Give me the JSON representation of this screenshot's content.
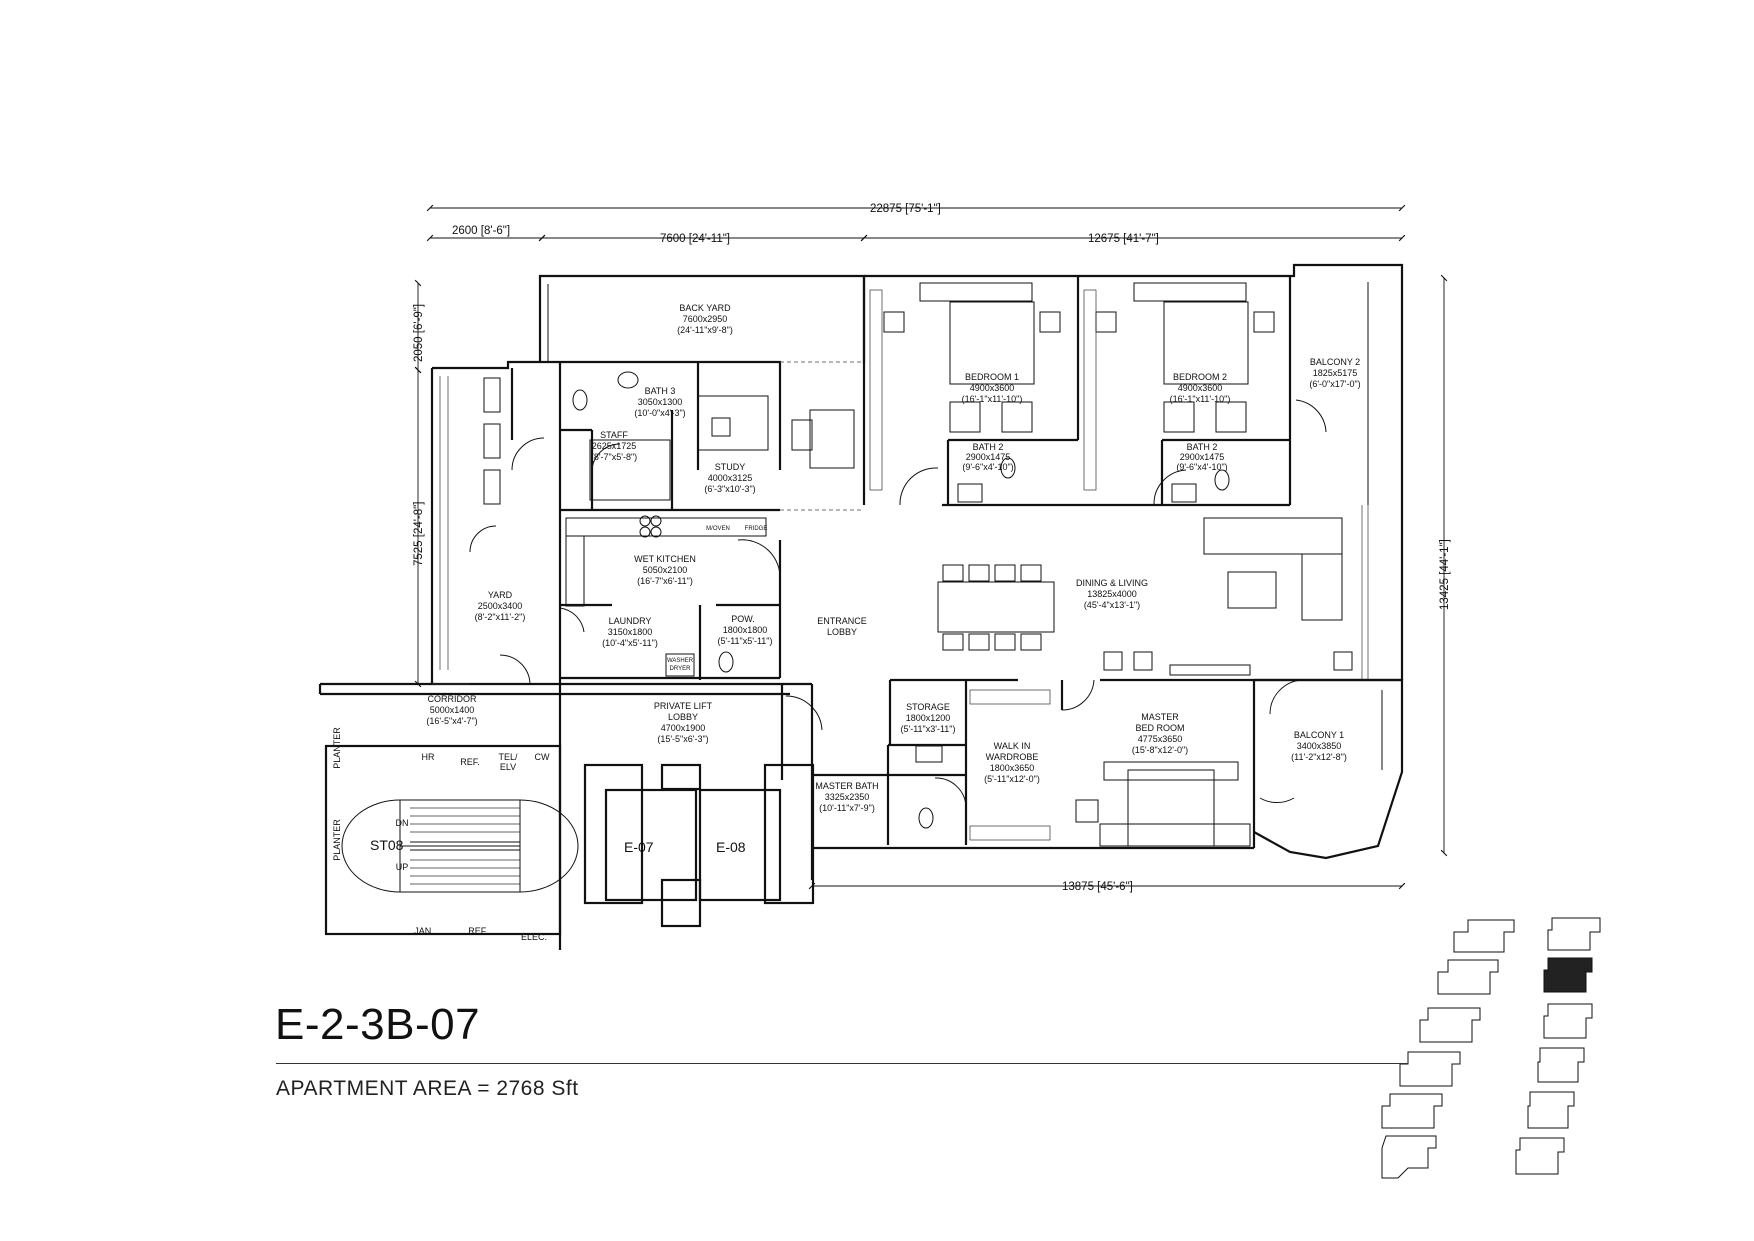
{
  "unit": {
    "name": "E-2-3B-07",
    "area_text": "APARTMENT AREA = 2768 Sft"
  },
  "dimensions": {
    "overall_width": "22875 [75'-1\"]",
    "seg_1": "2600 [8'-6\"]",
    "seg_2": "7600 [24'-11\"]",
    "seg_3": "12675 [41'-7\"]",
    "left_upper": "2050 [6'-9\"]",
    "left_lower": "7525 [24'-8\"]",
    "right_height": "13425 [44'-1\"]",
    "bottom_width": "13875 [45'-6\"]"
  },
  "rooms": {
    "back_yard": {
      "name": "BACK YARD",
      "metric": "7600x2950",
      "imperial": "(24'-11\"x9'-8\")"
    },
    "bedroom_1": {
      "name": "BEDROOM 1",
      "metric": "4900x3600",
      "imperial": "(16'-1\"x11'-10\")"
    },
    "bedroom_2": {
      "name": "BEDROOM 2",
      "metric": "4900x3600",
      "imperial": "(16'-1\"x11'-10\")"
    },
    "balcony_2": {
      "name": "BALCONY 2",
      "metric": "1825x5175",
      "imperial": "(6'-0\"x17'-0\")"
    },
    "bath_3": {
      "name": "BATH 3",
      "metric": "3050x1300",
      "imperial": "(10'-0\"x4'-3\")"
    },
    "staff": {
      "name": "STAFF",
      "metric": "2625x1725",
      "imperial": "(8'-7\"x5'-8\")"
    },
    "study": {
      "name": "STUDY",
      "metric": "4000x3125",
      "imperial": "(6'-3\"x10'-3\")"
    },
    "bath_2a": {
      "name": "BATH 2",
      "metric": "2900x1475",
      "imperial": "(9'-6\"x4'-10\")"
    },
    "bath_2b": {
      "name": "BATH 2",
      "metric": "2900x1475",
      "imperial": "(9'-6\"x4'-10\")"
    },
    "wet_kitchen": {
      "name": "WET KITCHEN",
      "metric": "5050x2100",
      "imperial": "(16'-7\"x6'-11\")"
    },
    "dining_living": {
      "name": "DINING & LIVING",
      "metric": "13825x4000",
      "imperial": "(45'-4\"x13'-1\")"
    },
    "yard": {
      "name": "YARD",
      "metric": "2500x3400",
      "imperial": "(8'-2\"x11'-2\")"
    },
    "laundry": {
      "name": "LAUNDRY",
      "metric": "3150x1800",
      "imperial": "(10'-4\"x5'-11\")"
    },
    "pow": {
      "name": "POW.",
      "metric": "1800x1800",
      "imperial": "(5'-11\"x5'-11\")"
    },
    "entrance_lobby": {
      "line1": "ENTRANCE",
      "line2": "LOBBY"
    },
    "corridor": {
      "name": "CORRIDOR",
      "metric": "5000x1400",
      "imperial": "(16'-5\"x4'-7\")"
    },
    "private_lift_lobby": {
      "line1": "PRIVATE LIFT",
      "line2": "LOBBY",
      "metric": "4700x1900",
      "imperial": "(15'-5\"x6'-3\")"
    },
    "storage": {
      "name": "STORAGE",
      "metric": "1800x1200",
      "imperial": "(5'-11\"x3'-11\")"
    },
    "walk_in_wardrobe": {
      "line1": "WALK IN",
      "line2": "WARDROBE",
      "metric": "1800x3650",
      "imperial": "(5'-11\"x12'-0\")"
    },
    "master_bed_room": {
      "line1": "MASTER",
      "line2": "BED ROOM",
      "metric": "4775x3650",
      "imperial": "(15'-8\"x12'-0\")"
    },
    "balcony_1": {
      "name": "BALCONY 1",
      "metric": "3400x3850",
      "imperial": "(11'-2\"x12'-8\")"
    },
    "master_bath": {
      "name": "MASTER BATH",
      "metric": "3325x2350",
      "imperial": "(10'-11\"x7'-9\")"
    }
  },
  "core": {
    "planter_1": "PLANTER",
    "planter_2": "PLANTER",
    "stair": "ST08",
    "dn": "DN",
    "up": "UP",
    "lift_1": "E-07",
    "lift_2": "E-08",
    "hr": "HR",
    "ref_1": "REF.",
    "tel": "TEL/",
    "elv": "ELV",
    "cw": "CW",
    "jan": "JAN.",
    "ref_2": "REF.",
    "elec": "ELEC."
  },
  "fixtures": {
    "washer_1": "WASHER",
    "washer_2": "DRYER",
    "oven": "M/OVEN",
    "fridge": "FRIDGE"
  }
}
